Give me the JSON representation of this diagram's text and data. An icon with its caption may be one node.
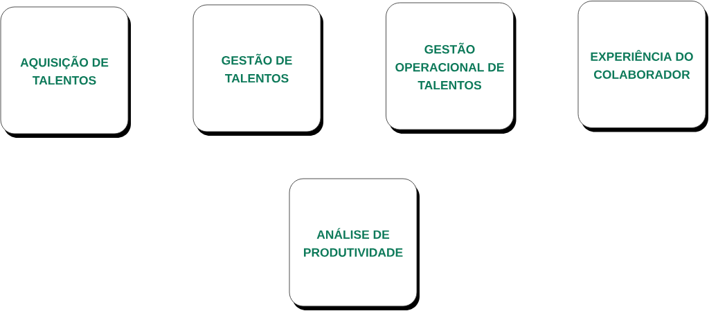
{
  "diagram": {
    "nodes": [
      {
        "text": [
          "AQUISIÇÃO DE TALENTOS"
        ]
      },
      {
        "text": [
          "GESTÃO DE TALENTOS"
        ]
      },
      {
        "text": [
          "GESTÃO OPERACIONAL DE TALENTOS"
        ]
      },
      {
        "text": [
          "EXPERIÊNCIA DO COLABORADOR"
        ]
      },
      {
        "text": [
          "ANÁLISE DE PRODUTIVIDADE"
        ]
      }
    ]
  }
}
